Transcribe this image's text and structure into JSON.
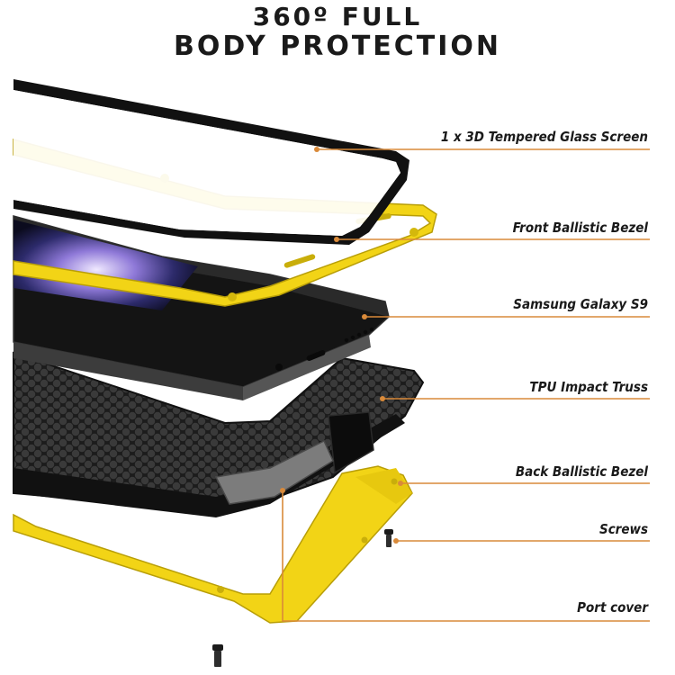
{
  "headline": {
    "line1": "360º FULL",
    "line2": "BODY PROTECTION"
  },
  "labels": {
    "glass": "1 x 3D Tempered Glass Screen",
    "front_bezel": "Front Ballistic Bezel",
    "phone": "Samsung Galaxy S9",
    "tpu": "TPU Impact Truss",
    "back_bezel": "Back Ballistic Bezel",
    "screws": "Screws",
    "port_cover": "Port cover"
  },
  "colors": {
    "yellow": "#f2d416",
    "leader": "#d98a3a",
    "dark": "#1b1b1b"
  }
}
